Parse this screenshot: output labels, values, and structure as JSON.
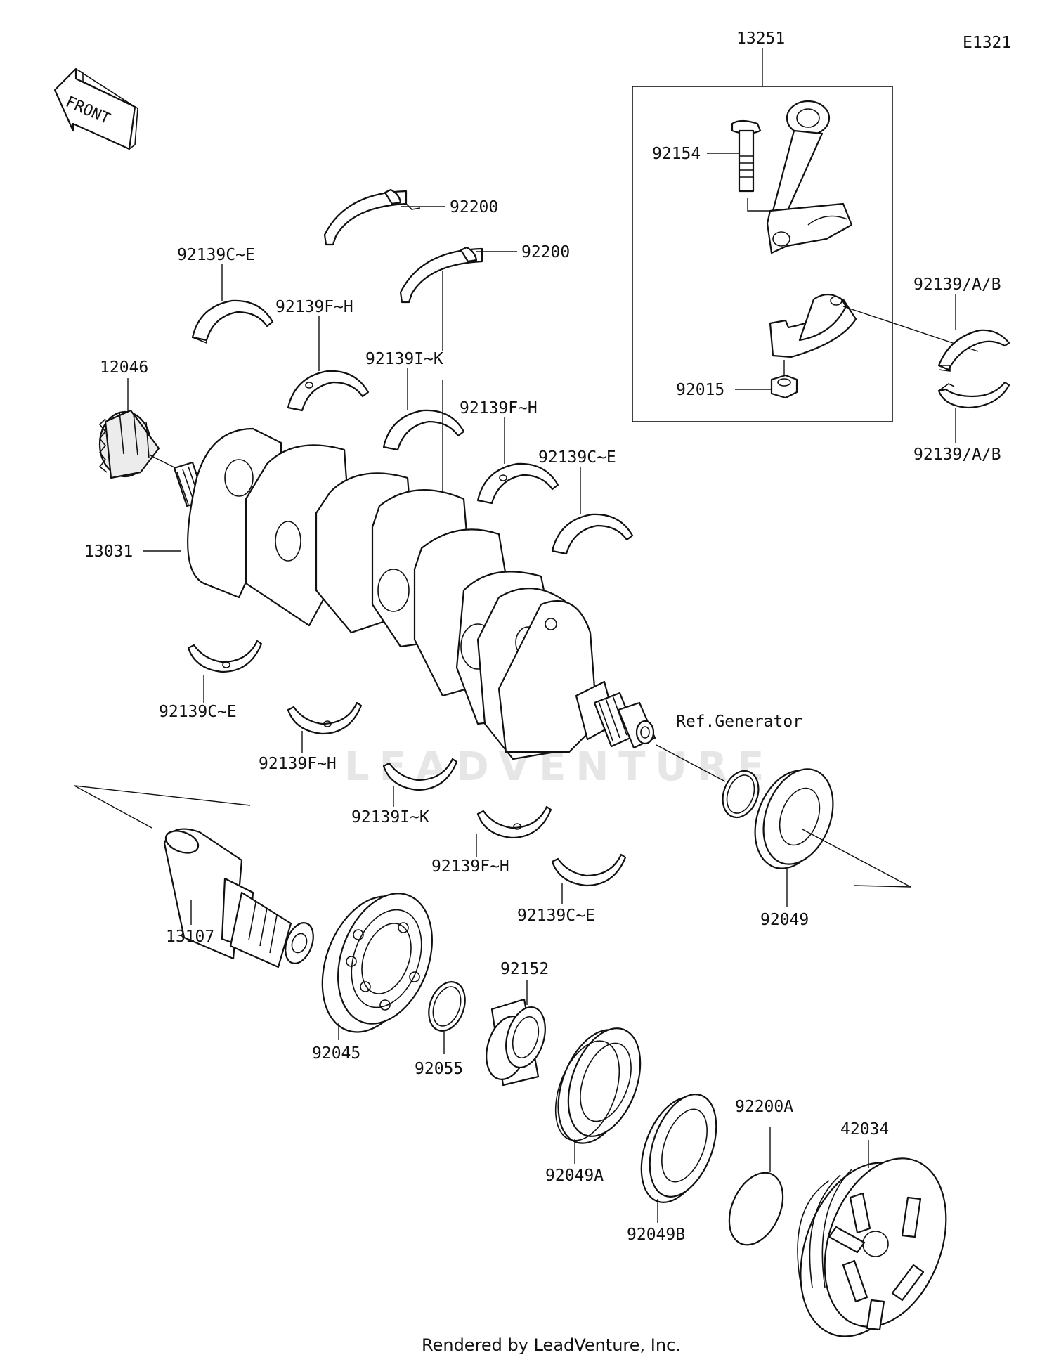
{
  "diagram_code": "E1321",
  "front_arrow_label": "FRONT",
  "watermark": "LEADVENTURE",
  "footer": "Rendered by LeadVenture, Inc.",
  "ref_label": "Ref.Generator",
  "labels": {
    "p13251": "13251",
    "p92154": "92154",
    "p92015": "92015",
    "p92139AB_top": "92139/A/B",
    "p92139AB_bottom": "92139/A/B",
    "p92200_a": "92200",
    "p92200_b": "92200",
    "p92139CE_ul": "92139C~E",
    "p92139FH_ul": "92139F~H",
    "p92139IK_u": "92139I~K",
    "p92139FH_ur": "92139F~H",
    "p92139CE_ur": "92139C~E",
    "p12046": "12046",
    "p13031": "13031",
    "p92139CE_ll": "92139C~E",
    "p92139FH_ll": "92139F~H",
    "p92139IK_l": "92139I~K",
    "p92139FH_lr": "92139F~H",
    "p92139CE_lr": "92139C~E",
    "p92049": "92049",
    "p13107": "13107",
    "p92045": "92045",
    "p92055": "92055",
    "p92152": "92152",
    "p92049A": "92049A",
    "p92049B": "92049B",
    "p92200A": "92200A",
    "p42034": "42034"
  }
}
